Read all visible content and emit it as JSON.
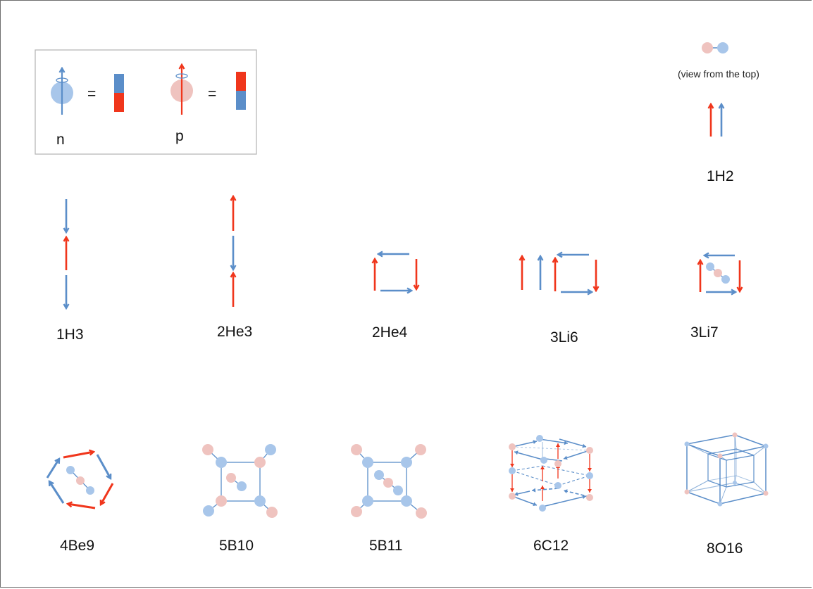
{
  "legend": {
    "neutron_label": "n",
    "proton_label": "p",
    "equals": "="
  },
  "top_view_note": "(view from the top)",
  "nuclei": [
    {
      "id": "1H2",
      "label": "1H2"
    },
    {
      "id": "1H3",
      "label": "1H3"
    },
    {
      "id": "2He3",
      "label": "2He3"
    },
    {
      "id": "2He4",
      "label": "2He4"
    },
    {
      "id": "3Li6",
      "label": "3Li6"
    },
    {
      "id": "3Li7",
      "label": "3Li7"
    },
    {
      "id": "4Be9",
      "label": "4Be9"
    },
    {
      "id": "5B10",
      "label": "5B10"
    },
    {
      "id": "5B11",
      "label": "5B11"
    },
    {
      "id": "6C12",
      "label": "6C12"
    },
    {
      "id": "8O16",
      "label": "8O16"
    }
  ],
  "colors": {
    "neutron": "#5b8ec9",
    "neutron_ball": "#a8c6ea",
    "proton": "#f0361c",
    "proton_ball": "#efc3bf",
    "frame": "#6e6e6e",
    "legend_box": "#b8b8b8"
  }
}
